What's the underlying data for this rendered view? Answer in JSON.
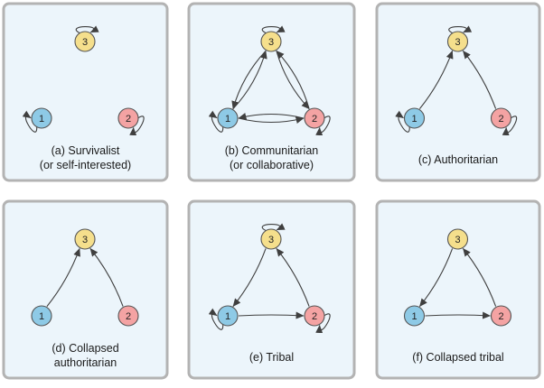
{
  "colors": {
    "node_1": "#8ecae6",
    "node_2": "#f4a3a3",
    "node_3": "#f5df8c",
    "panel_bg": "#ecf5fb",
    "panel_border": "#b3b3b3",
    "edge": "#3f3f3f"
  },
  "nodes": [
    "1",
    "2",
    "3"
  ],
  "panels": [
    {
      "caption": [
        "(a) Survivalist",
        "(or self-interested)"
      ],
      "edges": [],
      "self_loops": [
        "1",
        "2",
        "3"
      ]
    },
    {
      "caption": [
        "(b) Communitarian",
        "(or collaborative)"
      ],
      "edges": [
        [
          "1",
          "2"
        ],
        [
          "2",
          "1"
        ],
        [
          "1",
          "3"
        ],
        [
          "3",
          "1"
        ],
        [
          "2",
          "3"
        ],
        [
          "3",
          "2"
        ]
      ],
      "self_loops": [
        "1",
        "2",
        "3"
      ]
    },
    {
      "caption": [
        "(c) Authoritarian"
      ],
      "edges": [
        [
          "1",
          "3"
        ],
        [
          "2",
          "3"
        ]
      ],
      "self_loops": [
        "1",
        "2",
        "3"
      ]
    },
    {
      "caption": [
        "(d) Collapsed",
        "authoritarian"
      ],
      "edges": [
        [
          "1",
          "3"
        ],
        [
          "2",
          "3"
        ]
      ],
      "self_loops": []
    },
    {
      "caption": [
        "(e) Tribal"
      ],
      "edges": [
        [
          "1",
          "2"
        ],
        [
          "3",
          "1"
        ],
        [
          "2",
          "3"
        ]
      ],
      "self_loops": [
        "1",
        "2",
        "3"
      ]
    },
    {
      "caption": [
        "(f) Collapsed tribal"
      ],
      "edges": [
        [
          "1",
          "2"
        ],
        [
          "3",
          "1"
        ],
        [
          "2",
          "3"
        ]
      ],
      "self_loops": []
    }
  ]
}
